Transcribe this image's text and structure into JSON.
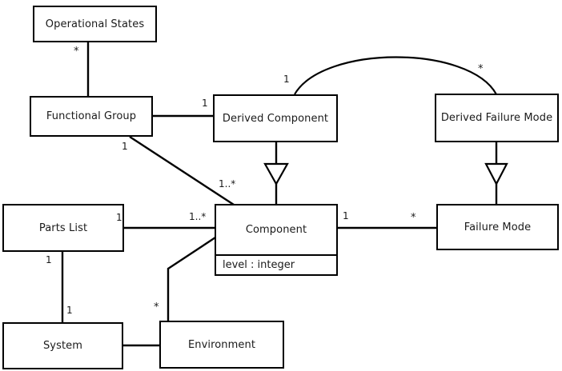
{
  "diagram": {
    "title": "UML Class Diagram",
    "type": "uml-class-diagram",
    "background_color": "#ffffff",
    "line_color": "#000000",
    "text_color": "#1a1a1a"
  },
  "classes": [
    {
      "id": "operational-states",
      "name": "Operational States",
      "attributes": []
    },
    {
      "id": "functional-group",
      "name": "Functional Group",
      "attributes": []
    },
    {
      "id": "derived-component",
      "name": "Derived Component",
      "attributes": []
    },
    {
      "id": "derived-failure-mode",
      "name": "Derived Failure Mode",
      "attributes": []
    },
    {
      "id": "parts-list",
      "name": "Parts List",
      "attributes": []
    },
    {
      "id": "component",
      "name": "Component",
      "attributes": [
        "level : integer"
      ]
    },
    {
      "id": "failure-mode",
      "name": "Failure Mode",
      "attributes": []
    },
    {
      "id": "system",
      "name": "System",
      "attributes": []
    },
    {
      "id": "environment",
      "name": "Environment",
      "attributes": []
    }
  ],
  "class_names": {
    "operational_states": "Operational States",
    "functional_group": "Functional Group",
    "derived_component": "Derived Component",
    "derived_failure_mode": "Derived Failure Mode",
    "parts_list": "Parts List",
    "component": "Component",
    "component_attr_level": "level : integer",
    "failure_mode": "Failure Mode",
    "system": "System",
    "environment": "Environment"
  },
  "multiplicities": {
    "operational_states_to_functional_group": "*",
    "functional_group_to_derived_component": "1",
    "functional_group_to_component": "1",
    "component_from_functional_group": "1..*",
    "derived_component_arc": "1",
    "derived_failure_mode_arc": "*",
    "parts_list_right": "1",
    "component_from_parts_list": "1..*",
    "parts_list_to_system_top": "1",
    "parts_list_to_system_bottom": "1",
    "component_to_failure_mode": "1",
    "failure_mode_from_component": "*",
    "environment_to_component": "*"
  },
  "relationships": [
    {
      "from": "operational-states",
      "to": "functional-group",
      "kind": "association",
      "source_mult": "",
      "target_mult": "*"
    },
    {
      "from": "functional-group",
      "to": "derived-component",
      "kind": "association",
      "source_mult": "",
      "target_mult": "1"
    },
    {
      "from": "functional-group",
      "to": "component",
      "kind": "association",
      "source_mult": "1",
      "target_mult": "1..*"
    },
    {
      "from": "parts-list",
      "to": "component",
      "kind": "association",
      "source_mult": "1",
      "target_mult": "1..*"
    },
    {
      "from": "parts-list",
      "to": "system",
      "kind": "association",
      "source_mult": "1",
      "target_mult": "1"
    },
    {
      "from": "component",
      "to": "failure-mode",
      "kind": "association",
      "source_mult": "1",
      "target_mult": "*"
    },
    {
      "from": "environment",
      "to": "component",
      "kind": "association",
      "source_mult": "*",
      "target_mult": ""
    },
    {
      "from": "system",
      "to": "environment",
      "kind": "association",
      "source_mult": "",
      "target_mult": ""
    },
    {
      "from": "derived-component",
      "to": "derived-failure-mode",
      "kind": "association-arc",
      "source_mult": "1",
      "target_mult": "*"
    },
    {
      "from": "component",
      "to": "derived-component",
      "kind": "generalization",
      "source_mult": "",
      "target_mult": ""
    },
    {
      "from": "failure-mode",
      "to": "derived-failure-mode",
      "kind": "generalization",
      "source_mult": "",
      "target_mult": ""
    }
  ]
}
